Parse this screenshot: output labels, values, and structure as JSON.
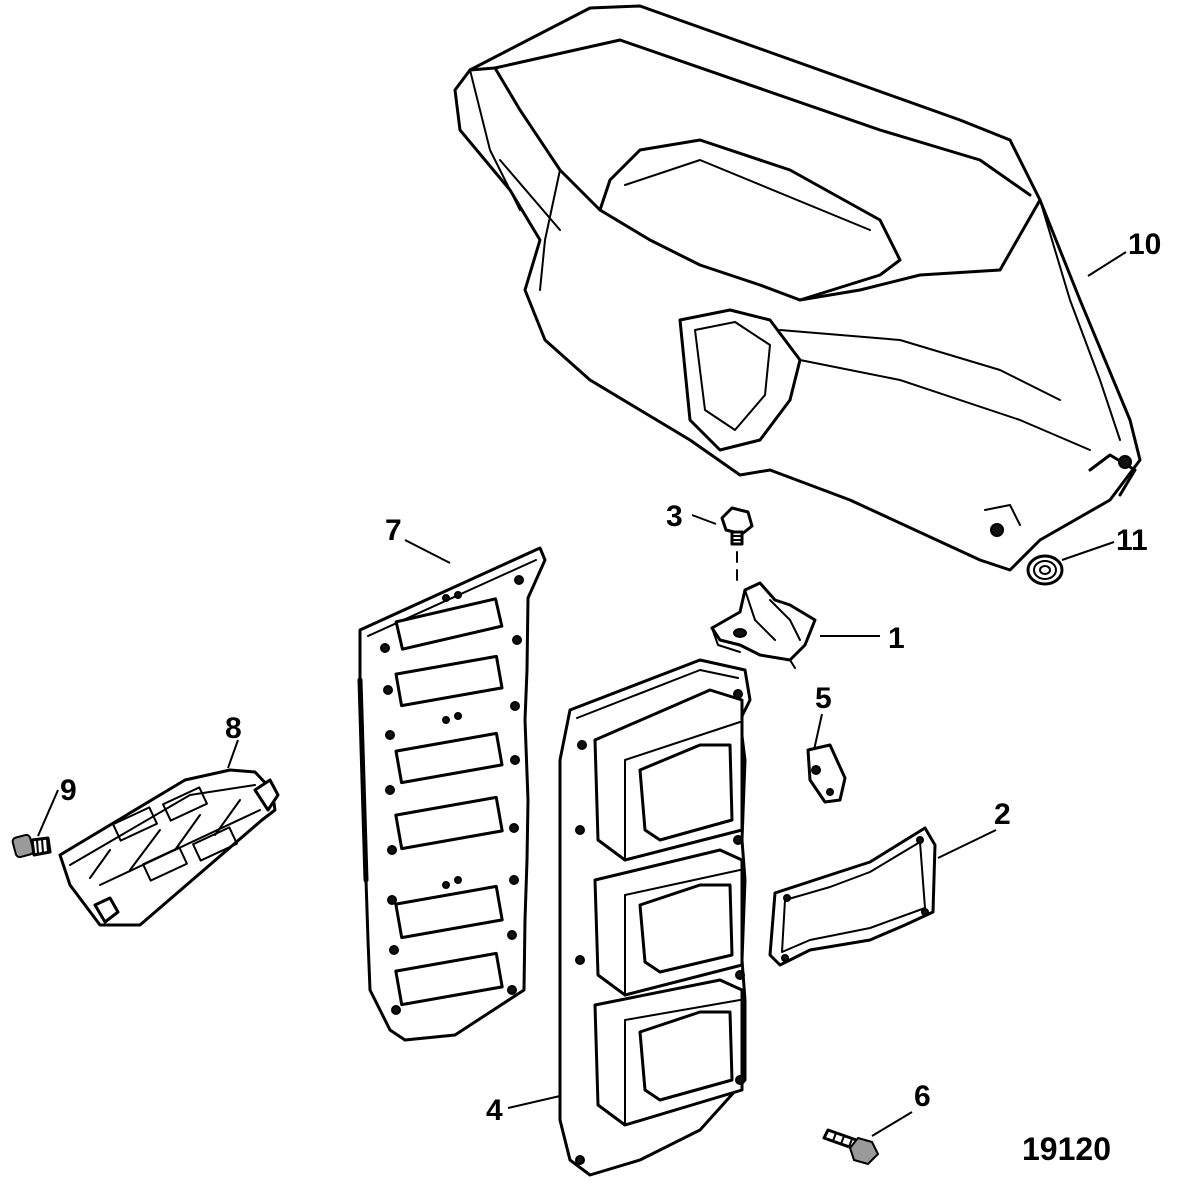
{
  "figure_number": "19120",
  "callouts": [
    {
      "id": "1",
      "label": "1"
    },
    {
      "id": "2",
      "label": "2"
    },
    {
      "id": "3",
      "label": "3"
    },
    {
      "id": "4",
      "label": "4"
    },
    {
      "id": "5",
      "label": "5"
    },
    {
      "id": "6",
      "label": "6"
    },
    {
      "id": "7",
      "label": "7"
    },
    {
      "id": "8",
      "label": "8"
    },
    {
      "id": "9",
      "label": "9"
    },
    {
      "id": "10",
      "label": "10"
    },
    {
      "id": "11",
      "label": "11"
    }
  ]
}
